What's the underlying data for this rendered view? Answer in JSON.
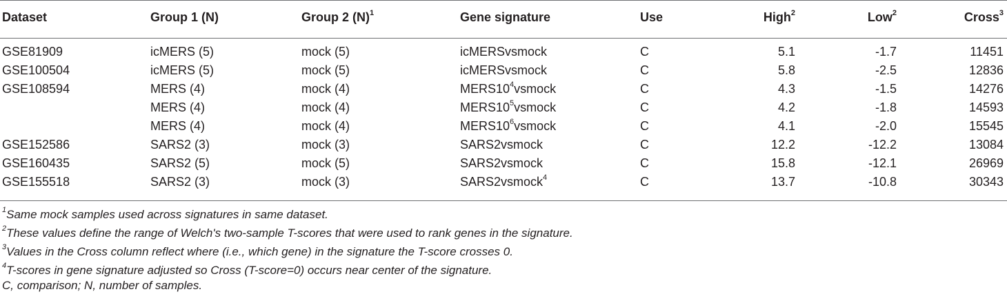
{
  "headers": {
    "dataset": "Dataset",
    "group1": "Group 1 (N)",
    "group2": "Group 2 (N)",
    "group2_sup": "1",
    "gene_signature": "Gene signature",
    "use": "Use",
    "high": "High",
    "high_sup": "2",
    "low": "Low",
    "low_sup": "2",
    "cross": "Cross",
    "cross_sup": "3"
  },
  "rows": [
    {
      "dataset": "GSE81909",
      "group1": "icMERS (5)",
      "group2": "mock (5)",
      "sig": "icMERSvsmock",
      "sig_sup": "",
      "sig_tail": "",
      "use": "C",
      "high": "5.1",
      "low": "-1.7",
      "cross": "11451"
    },
    {
      "dataset": "GSE100504",
      "group1": "icMERS (5)",
      "group2": "mock (5)",
      "sig": "icMERSvsmock",
      "sig_sup": "",
      "sig_tail": "",
      "use": "C",
      "high": "5.8",
      "low": "-2.5",
      "cross": "12836"
    },
    {
      "dataset": "GSE108594",
      "group1": "MERS (4)",
      "group2": "mock (4)",
      "sig": "MERS10",
      "sig_sup": "4",
      "sig_tail": "vsmock",
      "use": "C",
      "high": "4.3",
      "low": "-1.5",
      "cross": "14276"
    },
    {
      "dataset": "",
      "group1": "MERS (4)",
      "group2": "mock (4)",
      "sig": "MERS10",
      "sig_sup": "5",
      "sig_tail": "vsmock",
      "use": "C",
      "high": "4.2",
      "low": "-1.8",
      "cross": "14593"
    },
    {
      "dataset": "",
      "group1": "MERS (4)",
      "group2": "mock (4)",
      "sig": "MERS10",
      "sig_sup": "6",
      "sig_tail": "vsmock",
      "use": "C",
      "high": "4.1",
      "low": "-2.0",
      "cross": "15545"
    },
    {
      "dataset": "GSE152586",
      "group1": "SARS2 (3)",
      "group2": "mock (3)",
      "sig": "SARS2vsmock",
      "sig_sup": "",
      "sig_tail": "",
      "use": "C",
      "high": "12.2",
      "low": "-12.2",
      "cross": "13084"
    },
    {
      "dataset": "GSE160435",
      "group1": "SARS2 (5)",
      "group2": "mock (5)",
      "sig": "SARS2vsmock",
      "sig_sup": "",
      "sig_tail": "",
      "use": "C",
      "high": "15.8",
      "low": "-12.1",
      "cross": "26969"
    },
    {
      "dataset": "GSE155518",
      "group1": "SARS2 (3)",
      "group2": "mock (3)",
      "sig": "SARS2vsmock",
      "sig_sup": "4",
      "sig_tail": "",
      "use": "C",
      "high": "13.7",
      "low": "-10.8",
      "cross": "30343"
    }
  ],
  "footnotes": [
    {
      "sup": "1",
      "text": "Same mock samples used across signatures in same dataset."
    },
    {
      "sup": "2",
      "text": "These values define the range of Welch's two-sample T-scores that were used to rank genes in the signature."
    },
    {
      "sup": "3",
      "text": "Values in the Cross column reflect where (i.e., which gene) in the signature the T-score crosses 0."
    },
    {
      "sup": "4",
      "text": "T-scores in gene signature adjusted so Cross (T-score=0) occurs near center of the signature."
    },
    {
      "sup": "",
      "text": "C, comparison; N, number of samples."
    }
  ]
}
